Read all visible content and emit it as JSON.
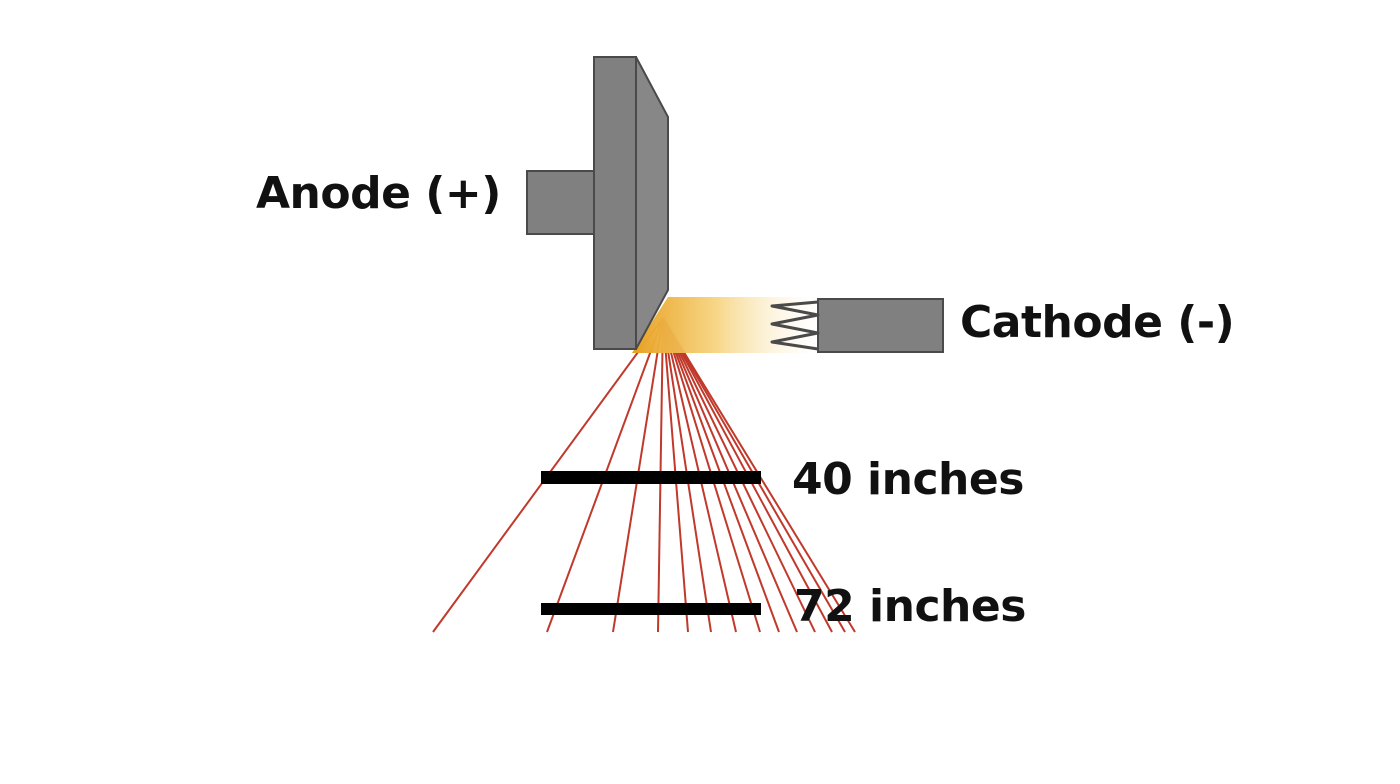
{
  "labels": {
    "anode": "Anode (+)",
    "cathode": "Cathode (-)",
    "distance_near": "40 inches",
    "distance_far": "72 inches"
  },
  "colors": {
    "electrode_fill": "#808080",
    "electrode_stroke": "#4a4a4a",
    "beam_ray": "#c0392b",
    "electron_stream": "#f0b030",
    "distance_bar": "#000000",
    "background": "#ffffff"
  },
  "icons": {
    "filament": "coil-filament-icon"
  }
}
